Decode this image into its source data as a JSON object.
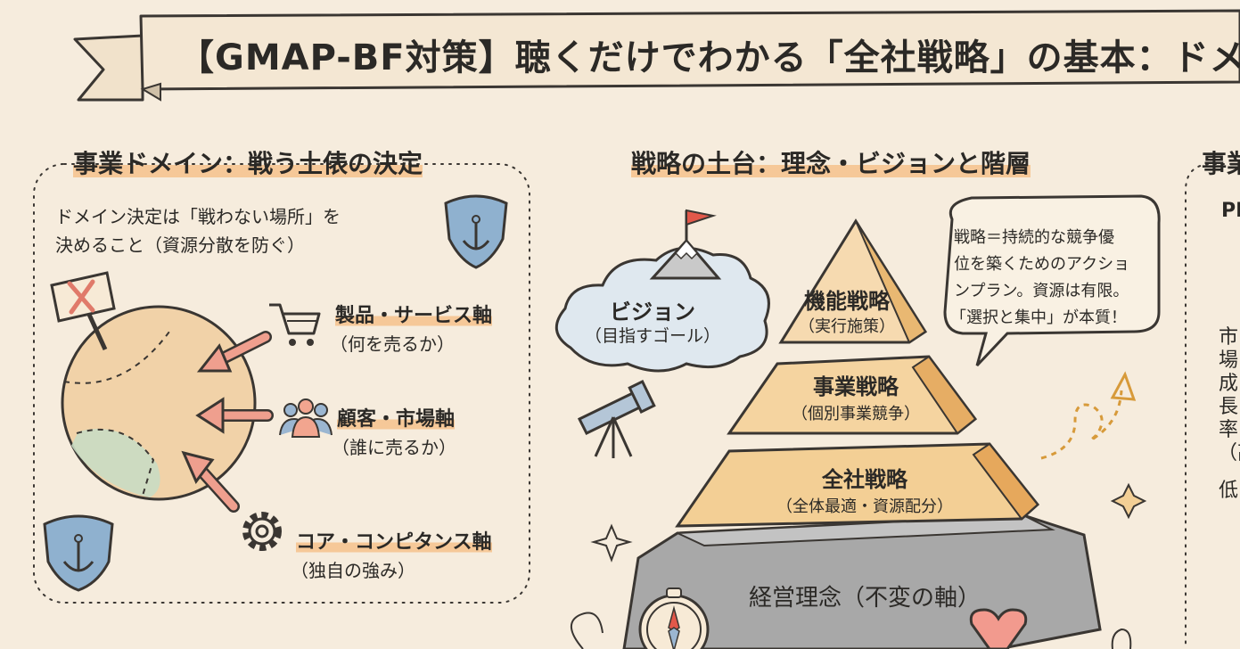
{
  "title": "【GMAP-BF対策】聴くだけでわかる「全社戦略」の基本：ドメ",
  "left_panel": {
    "heading": "事業ドメイン：戦う土俵の決定",
    "note_line1": "ドメイン決定は「戦わない場所」を",
    "note_line2": "決めること（資源分散を防ぐ）",
    "axes": [
      {
        "label": "製品・サービス軸",
        "sub": "（何を売るか）",
        "icon": "shopping-cart-icon"
      },
      {
        "label": "顧客・市場軸",
        "sub": "（誰に売るか）",
        "icon": "people-group-icon"
      },
      {
        "label": "コア・コンピタンス軸",
        "sub": "（独自の強み）",
        "icon": "gear-icon"
      }
    ]
  },
  "center_panel": {
    "heading": "戦略の土台：理念・ビジョンと階層",
    "vision_title": "ビジョン",
    "vision_sub": "（目指すゴール）",
    "bubble_line1": "戦略＝持続的な競争優",
    "bubble_line2": "位を築くためのアクショ",
    "bubble_line3": "ンプラン。資源は有限。",
    "bubble_line4": "「選択と集中」が本質！",
    "tiers": [
      {
        "title": "機能戦略",
        "sub": "（実行施策）"
      },
      {
        "title": "事業戦略",
        "sub": "（個別事業競争）"
      },
      {
        "title": "全社戦略",
        "sub": "（全体最適・資源配分）"
      }
    ],
    "foundation": "経営理念（不変の軸）"
  },
  "right_panel": {
    "heading": "事業",
    "pp": "PP",
    "col1": "市場成長率（高",
    "col2": "低"
  },
  "colors": {
    "background": "#f6ecdd",
    "accent_orange": "#f5aa5f",
    "pyramid_tan": "#f3cf95",
    "rock_gray": "#a8a8a8",
    "shield_blue": "#8fb1cf"
  }
}
